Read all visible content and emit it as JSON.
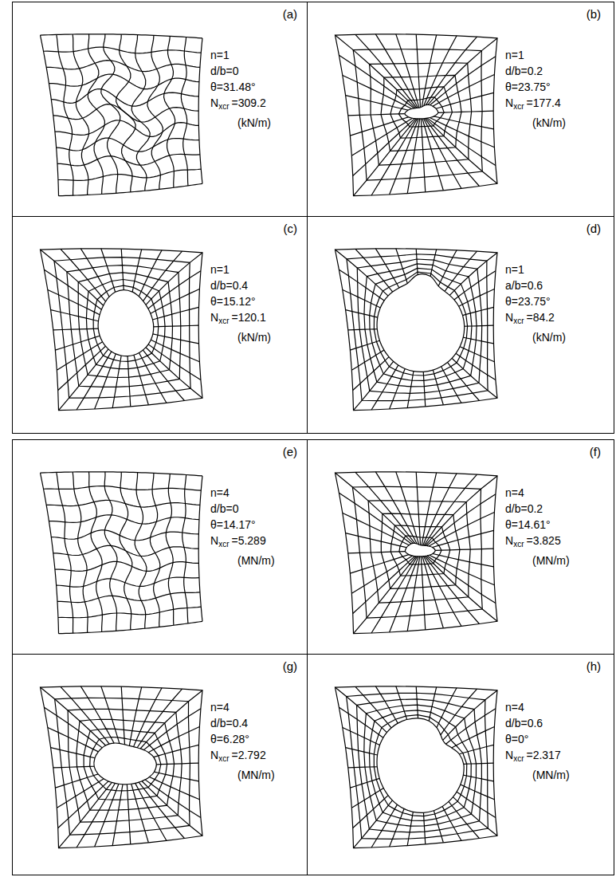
{
  "diagram": {
    "nodes": [
      {
        "text": [
          "(a)",
          "n=1",
          "d/b=0",
          "θ=31.48°",
          "N",
          "xcr",
          "=309.2",
          "(kN/m)"
        ]
      },
      {
        "text": [
          "(b)",
          "n=1",
          "d/b=0.2",
          "θ=23.75°",
          "N",
          "xcr",
          "=177.4",
          "(kN/m)"
        ]
      },
      {
        "text": [
          "(c)",
          "n=1",
          "d/b=0.4",
          "θ=15.12°",
          "N",
          "xcr",
          "=120.1",
          "(kN/m)"
        ]
      },
      {
        "text": [
          "(d)",
          "n=1",
          "a/b=0.6",
          "θ=23.75°",
          "N",
          "xcr",
          "=84.2",
          "(kN/m)"
        ]
      },
      {
        "text": [
          "(e)",
          "n=4",
          "d/b=0",
          "θ=14.17°",
          "N",
          "xcr",
          "=5.289",
          "(MN/m)"
        ]
      },
      {
        "text": [
          "(f)",
          "n=4",
          "d/b=0.2",
          "θ=14.61°",
          "N",
          "xcr",
          "=3.825",
          "(MN/m)"
        ]
      },
      {
        "text": [
          "(g)",
          "n=4",
          "d/b=0.4",
          "θ=6.28°",
          "N",
          "xcr",
          "=2.792",
          "(MN/m)"
        ]
      },
      {
        "text": [
          "(h)",
          "n=4",
          "d/b=0.6",
          "θ=0°",
          "N",
          "xcr",
          "=2.317",
          "(MN/m)"
        ]
      }
    ]
  }
}
